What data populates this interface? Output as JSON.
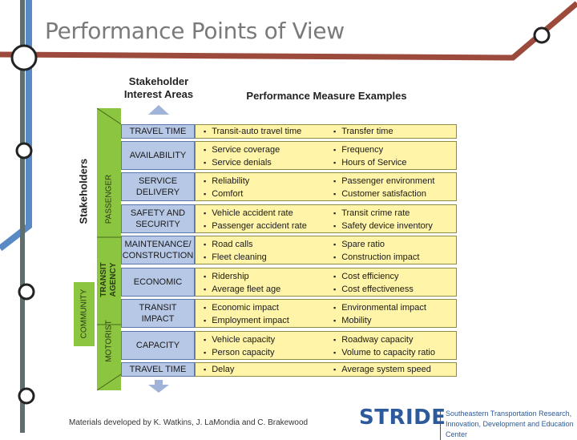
{
  "title": "Performance Points of View",
  "header_areas": "Stakeholder Interest Areas",
  "header_measures": "Performance Measure Examples",
  "stakeholders_label": "Stakeholders",
  "groups": {
    "passenger": "PASSENGER",
    "transit_agency": "TRANSIT AGENCY",
    "community": "COMMUNITY",
    "motorist": "MOTORIST"
  },
  "rows": [
    {
      "area": "TRAVEL TIME",
      "left": [
        "Transit-auto travel time"
      ],
      "right": [
        "Transfer time"
      ]
    },
    {
      "area": "AVAILABILITY",
      "left": [
        "Service coverage",
        "Service denials"
      ],
      "right": [
        "Frequency",
        "Hours of Service"
      ]
    },
    {
      "area": "SERVICE DELIVERY",
      "left": [
        "Reliability",
        "Comfort"
      ],
      "right": [
        "Passenger environment",
        "Customer satisfaction"
      ]
    },
    {
      "area": "SAFETY AND SECURITY",
      "left": [
        "Vehicle accident rate",
        "Passenger accident rate"
      ],
      "right": [
        "Transit crime rate",
        "Safety device inventory"
      ]
    },
    {
      "area": "MAINTENANCE/ CONSTRUCTION",
      "left": [
        "Road calls",
        "Fleet cleaning"
      ],
      "right": [
        "Spare ratio",
        "Construction impact"
      ]
    },
    {
      "area": "ECONOMIC",
      "left": [
        "Ridership",
        "Average fleet age"
      ],
      "right": [
        "Cost efficiency",
        "Cost effectiveness"
      ]
    },
    {
      "area": "TRANSIT IMPACT",
      "left": [
        "Economic impact",
        "Employment impact"
      ],
      "right": [
        "Environmental impact",
        "Mobility"
      ]
    },
    {
      "area": "CAPACITY",
      "left": [
        "Vehicle capacity",
        "Person capacity"
      ],
      "right": [
        "Roadway capacity",
        "Volume to capacity ratio"
      ]
    },
    {
      "area": "TRAVEL TIME",
      "left": [
        "Delay"
      ],
      "right": [
        "Average system speed"
      ]
    }
  ],
  "footer": "Materials developed by K. Watkins, J. LaMondia and C. Brakewood",
  "logo": "STRIDE",
  "logo_sub": "Southeastern Transportation Research, Innovation, Development and Education Center",
  "colors": {
    "red_line": "#9c4a3c",
    "blue_line": "#5a8ac6",
    "gray_line": "#5f6f70",
    "green_band": "#8cc53f",
    "area_fill": "#b7c7e6",
    "measure_fill": "#fff4a8"
  }
}
